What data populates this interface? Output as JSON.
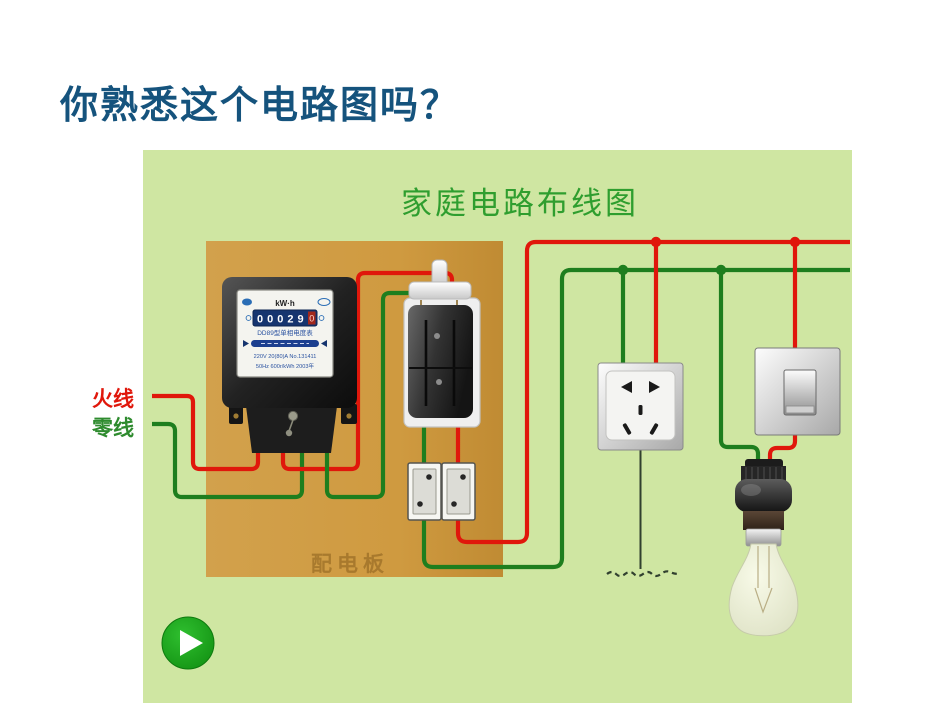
{
  "slide": {
    "title": "你熟悉这个电路图吗？"
  },
  "diagram": {
    "title": "家庭电路布线图",
    "board_label": "配电板",
    "live_label": "火线",
    "neutral_label": "零线",
    "colors": {
      "panel_bg": "#cfe6a2",
      "board": "#cf9a40",
      "live_wire": "#e0170b",
      "neutral_wire": "#1e7e1e",
      "earth_wire": "#31402f",
      "diagram_title_green": "#2f9e2f",
      "slide_title_blue": "#15537d",
      "board_label_brown": "#a2742a",
      "play_button_green": "#1fa51f"
    },
    "meter": {
      "unit": "kW·h",
      "reading": "00029",
      "reading_last": "0",
      "model": "DD89型单相电度表",
      "spec_line1": "220V  20(80)A  No.131411",
      "spec_line2": "50Hz  600r/kWh  2003年"
    }
  }
}
